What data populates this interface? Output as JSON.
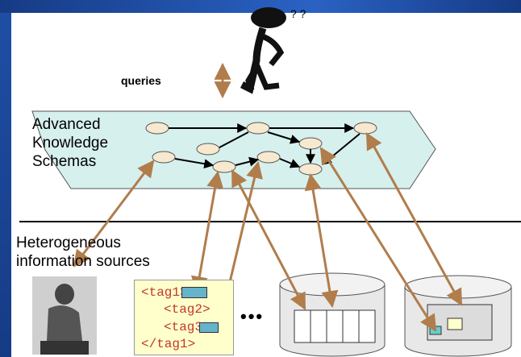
{
  "labels": {
    "queries": "queries",
    "schema_lines": [
      "Advanced",
      "Knowledge",
      "Schemas"
    ],
    "hetero_lines": [
      "Heterogeneous",
      "information sources"
    ],
    "tags": [
      "<tag1>",
      "<tag2>",
      "<tag3>",
      "</tag1>"
    ],
    "ellipsis": "•••"
  },
  "colors": {
    "slide_border": "#1f4fa6",
    "schema_fill": "#d6f0ee",
    "arrow": "#b07d4b",
    "node_fill": "#f7e9cf",
    "xml_fill": "#ffffcc",
    "tag_text": "#c0392b"
  },
  "icons": {
    "thinker": "confused-person-icon",
    "statue": "thinker-statue-image",
    "database1": "database-cylinder-icon",
    "database2": "database-cylinder-icon"
  }
}
